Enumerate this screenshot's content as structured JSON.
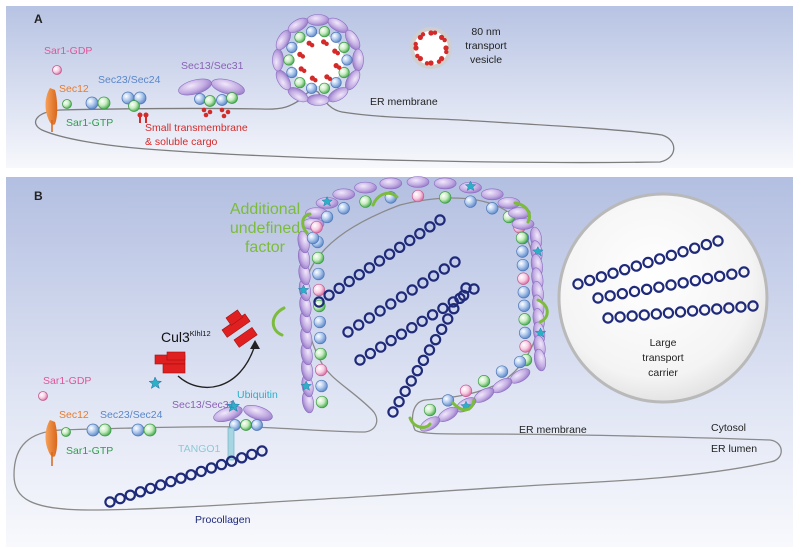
{
  "panel_a": {
    "letter": "A",
    "sar1_gdp": "Sar1-GDP",
    "sec12": "Sec12",
    "sar1_gtp": "Sar1-GTP",
    "sec23_sec24": "Sec23/Sec24",
    "sec13_sec31": "Sec13/Sec31",
    "cargo_line1": "Small transmembrane",
    "cargo_line2": "& soluble cargo",
    "vesicle_line1": "80 nm",
    "vesicle_line2": "transport",
    "vesicle_line3": "vesicle",
    "er_membrane": "ER membrane"
  },
  "panel_b": {
    "letter": "B",
    "factor_line1": "Additional",
    "factor_line2": "undefined",
    "factor_line3": "factor",
    "cul3": "Cul3",
    "cul3_sup": "Klhl12",
    "sar1_gdp": "Sar1-GDP",
    "sec12": "Sec12",
    "sec23_sec24": "Sec23/Sec24",
    "sar1_gtp": "Sar1-GTP",
    "sec13_sec31": "Sec13/Sec31",
    "ubiquitin": "Ubiquitin",
    "tango1": "TANGO1",
    "procollagen": "Procollagen",
    "er_membrane": "ER membrane",
    "carrier_line1": "Large",
    "carrier_line2": "transport",
    "carrier_line3": "carrier",
    "cytosol": "Cytosol",
    "er_lumen": "ER lumen"
  },
  "colors": {
    "sar1_gdp": "#e0559a",
    "sec12": "#e87b2c",
    "sar1_gtp": "#2e9e4a",
    "sec23_sec24": "#5a86c8",
    "sec13_sec31": "#8a62b5",
    "cargo": "#d42a2a",
    "factor": "#7dbb3c",
    "ubiquitin": "#2bb0c8",
    "tango1": "#8ec8d8",
    "procollagen": "#1f2a7a",
    "cul3": "#e02020"
  }
}
